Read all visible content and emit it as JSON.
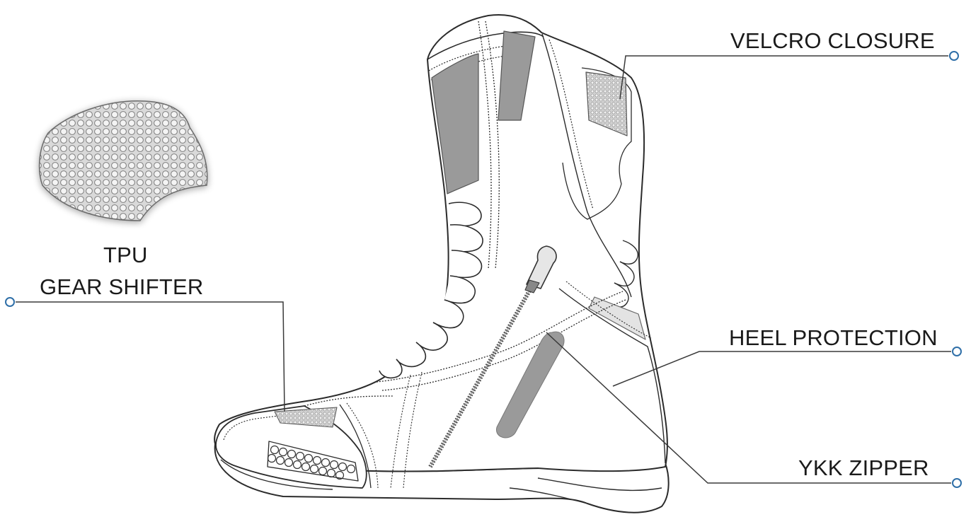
{
  "diagram": {
    "subject": "motorcycle-boot",
    "colors": {
      "line": "#2b2b2b",
      "panel_fill": "#9a9a9a",
      "light_panel": "#e3e3e3",
      "leader_line": "#3a3a3a",
      "marker": "#2f6fa8",
      "mesh": "#b5b5b5"
    },
    "callouts": {
      "tpu_gear_shifter": {
        "line1": "TPU",
        "line2": "GEAR SHIFTER"
      },
      "velcro_closure": "VELCRO CLOSURE",
      "heel_protection": "HEEL PROTECTION",
      "ykk_zipper": "YKK ZIPPER"
    }
  }
}
